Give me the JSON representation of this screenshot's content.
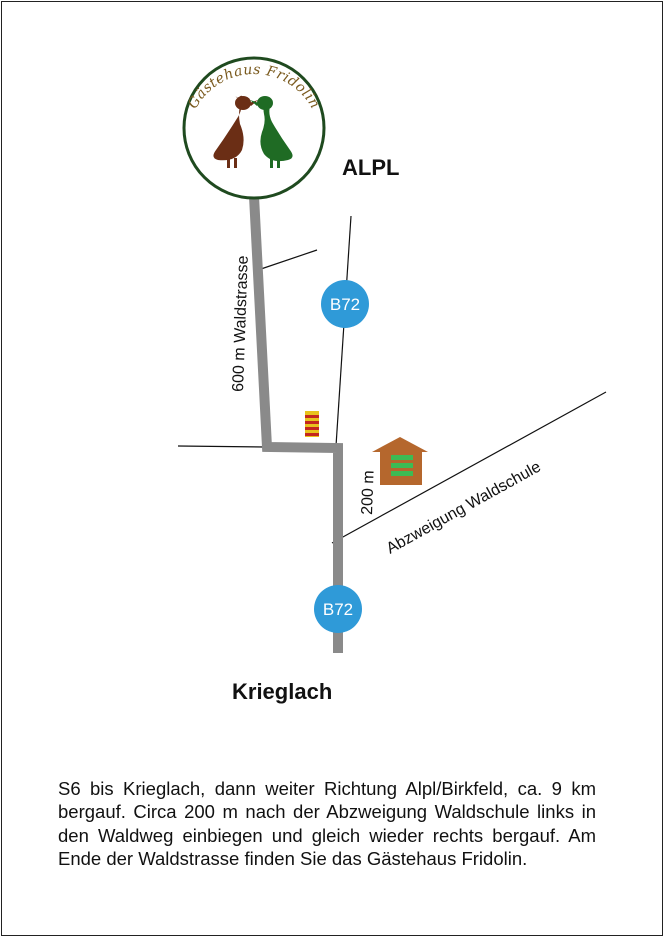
{
  "logo": {
    "text": "Gästehaus Fridolin",
    "icon": "duck-pair-icon"
  },
  "places": {
    "north": "ALPL",
    "south": "Krieglach"
  },
  "roads": {
    "waldstrasse_label": "600 m Waldstrasse",
    "distance_label": "200 m",
    "branch_label": "Abzweigung Waldschule",
    "highway_label": "B72"
  },
  "icons": {
    "level_crossing": "railroad-crossing-icon",
    "school": "school-building-icon"
  },
  "colors": {
    "road": "#8a8a8a",
    "b72_badge": "#2f9ad8",
    "logo_ring": "#1f4a1f",
    "duck_brown": "#6b2e15",
    "duck_green": "#1f6b24",
    "logo_text": "#7a5a1e"
  },
  "directions": "S6 bis Krieglach, dann weiter Richtung Alpl/Birkfeld, ca. 9 km bergauf. Circa 200 m nach der Abzweigung Waldschule links in den Waldweg einbiegen und gleich wieder rechts bergauf. Am Ende der Waldstrasse finden Sie das Gästehaus Fridolin."
}
